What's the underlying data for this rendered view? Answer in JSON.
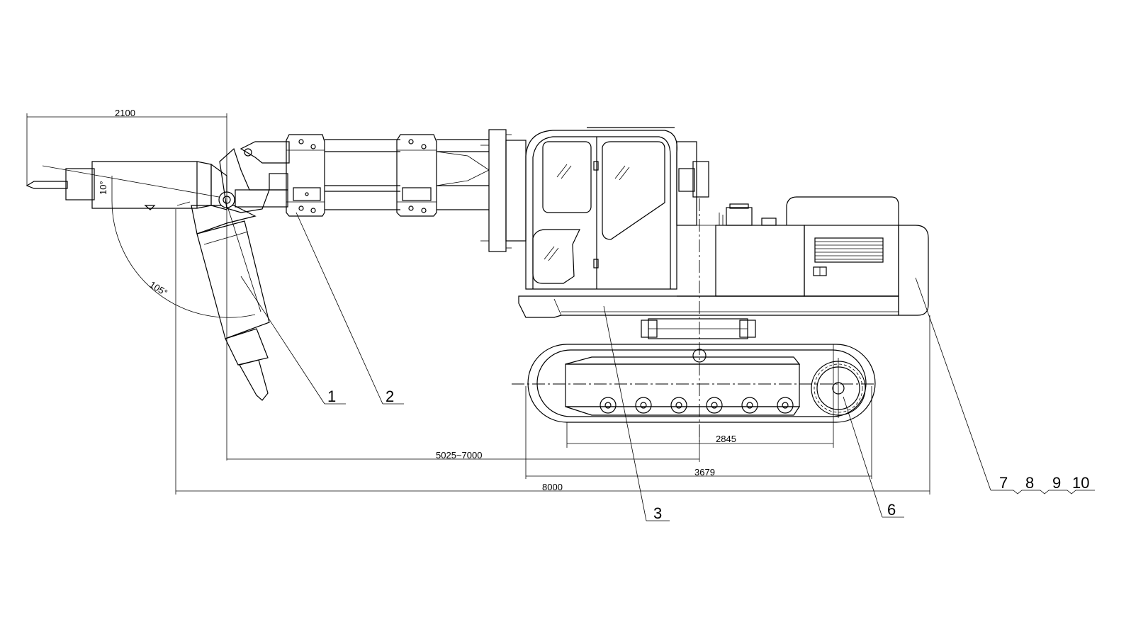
{
  "dimensions": {
    "d2100": "2100",
    "d10": "10°",
    "d105": "105°",
    "d5025_7000": "5025~7000",
    "d2845": "2845",
    "d3679": "3679",
    "d8000": "8000"
  },
  "callouts": {
    "c1": "1",
    "c2": "2",
    "c3": "3",
    "c6": "6",
    "c7": "7",
    "c8": "8",
    "c9": "9",
    "c10": "10"
  }
}
